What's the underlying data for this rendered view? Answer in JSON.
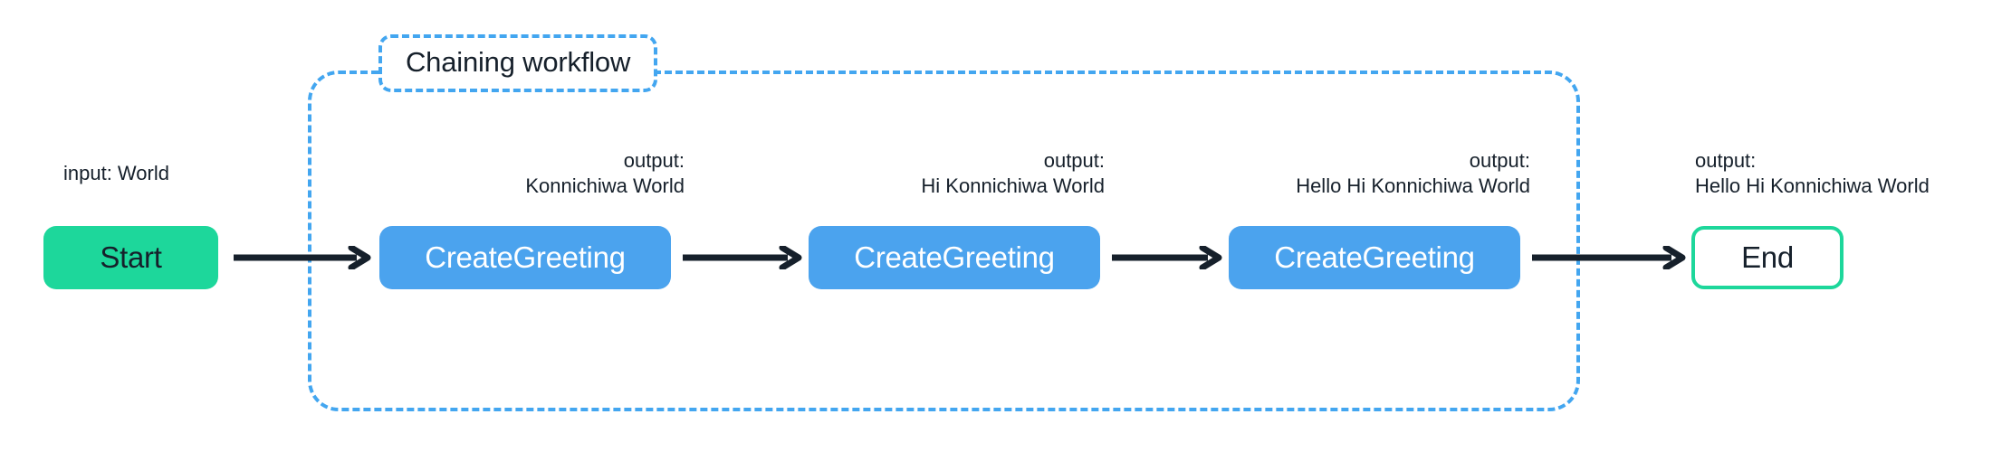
{
  "diagram": {
    "group": {
      "label": "Chaining workflow",
      "border_color": "#43A6F0",
      "style": "dashed"
    },
    "colors": {
      "start_fill": "#1DD79B",
      "task_fill": "#4BA3EE",
      "end_border": "#1DD79B",
      "arrow": "#16202B",
      "text_dark": "#16202B",
      "text_light": "#FFFFFF",
      "background": "#FFFFFF"
    },
    "nodes": [
      {
        "id": "start",
        "label": "Start",
        "type": "start"
      },
      {
        "id": "task1",
        "label": "CreateGreeting",
        "type": "task"
      },
      {
        "id": "task2",
        "label": "CreateGreeting",
        "type": "task"
      },
      {
        "id": "task3",
        "label": "CreateGreeting",
        "type": "task"
      },
      {
        "id": "end",
        "label": "End",
        "type": "end"
      }
    ],
    "annotations": [
      {
        "id": "start-input",
        "prefix": "input: World",
        "value": "",
        "align": "left"
      },
      {
        "id": "task1-output",
        "prefix": "output:",
        "value": "Konnichiwa World",
        "align": "right"
      },
      {
        "id": "task2-output",
        "prefix": "output:",
        "value": "Hi Konnichiwa World",
        "align": "right"
      },
      {
        "id": "task3-output",
        "prefix": "output:",
        "value": "Hello Hi Konnichiwa World",
        "align": "right"
      },
      {
        "id": "end-output",
        "prefix": "output:",
        "value": "Hello Hi Konnichiwa World",
        "align": "left"
      }
    ],
    "edges": [
      {
        "from": "start",
        "to": "task1"
      },
      {
        "from": "task1",
        "to": "task2"
      },
      {
        "from": "task2",
        "to": "task3"
      },
      {
        "from": "task3",
        "to": "end"
      }
    ]
  }
}
